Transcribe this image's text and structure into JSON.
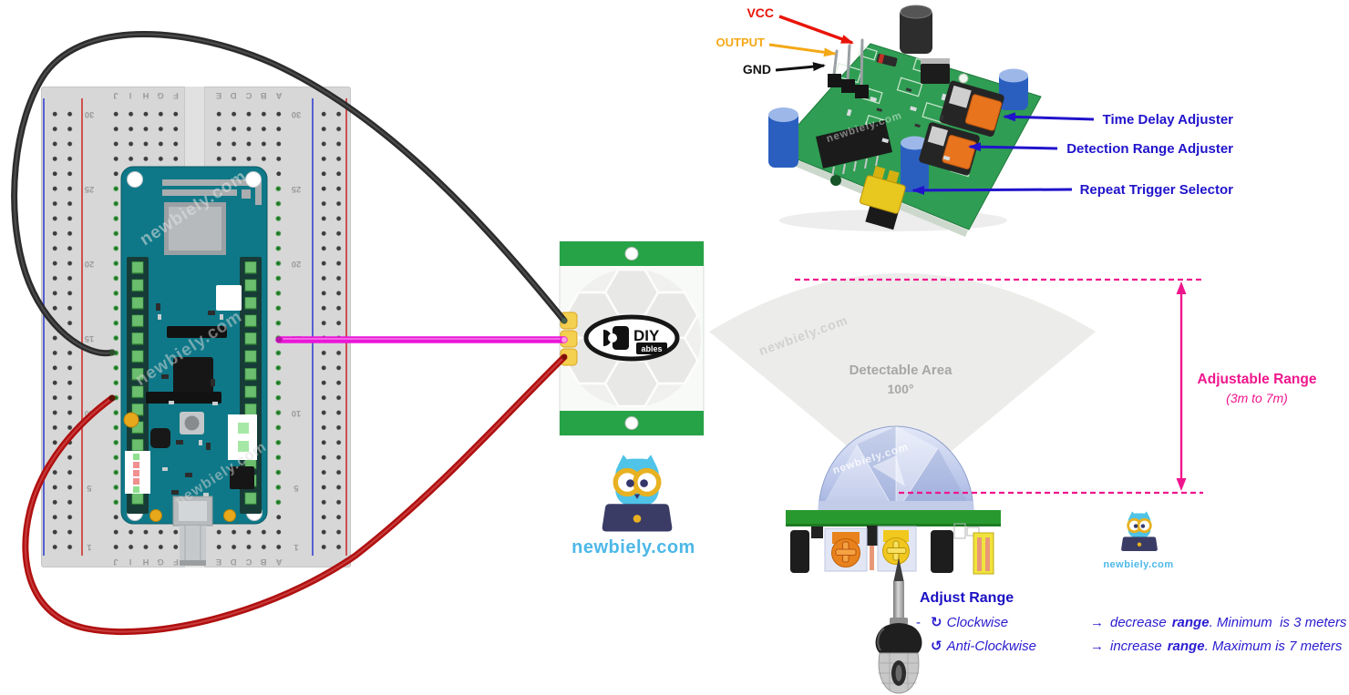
{
  "watermark": "newbiely.com",
  "site": {
    "name": "newbiely.com"
  },
  "breadboard": {
    "column_letters": [
      "J",
      "I",
      "H",
      "G",
      "F",
      "E",
      "D",
      "C",
      "B",
      "A"
    ],
    "row_numbers": [
      "30",
      "25",
      "20",
      "15",
      "10",
      "5",
      "1"
    ]
  },
  "pir_pins": {
    "vcc": "VCC",
    "output": "OUTPUT",
    "gnd": "GND"
  },
  "pir_adjusters": {
    "time_delay": "Time Delay Adjuster",
    "detection_range": "Detection Range Adjuster",
    "repeat_trigger": "Repeat Trigger Selector"
  },
  "detectable_area": {
    "label": "Detectable Area",
    "angle": "100°"
  },
  "adjustable_range": {
    "label": "Adjustable Range",
    "range": "(3m to 7m)"
  },
  "adjust_range": {
    "title": "Adjust Range",
    "items": [
      {
        "bullet": "-",
        "symbol": "↻",
        "direction": "Clockwise",
        "arrow": "→",
        "action": "decrease",
        "target": "range",
        "note": ". Minimum  is 3 meters"
      },
      {
        "bullet": "-",
        "symbol": "↺",
        "direction": "Anti-Clockwise",
        "arrow": "→",
        "action": "increase",
        "target": "range",
        "note": ". Maximum is 7 meters"
      }
    ]
  },
  "sensor_logo": {
    "brand": "DIY",
    "sub": "ables"
  },
  "colors": {
    "vcc_red": "#e81408",
    "output_orange": "#f5a816",
    "gnd_black": "#111111",
    "label_blue": "#2013cb",
    "range_magenta": "#ef168d",
    "arduino_teal": "#0e7888",
    "pcb_green": "#2f9d53",
    "sensor_green": "#27a347",
    "wire_black": "#2c2c2c",
    "wire_red": "#b01010",
    "wire_magenta": "#ea16d8",
    "logo_cyan": "#4db8e8"
  }
}
